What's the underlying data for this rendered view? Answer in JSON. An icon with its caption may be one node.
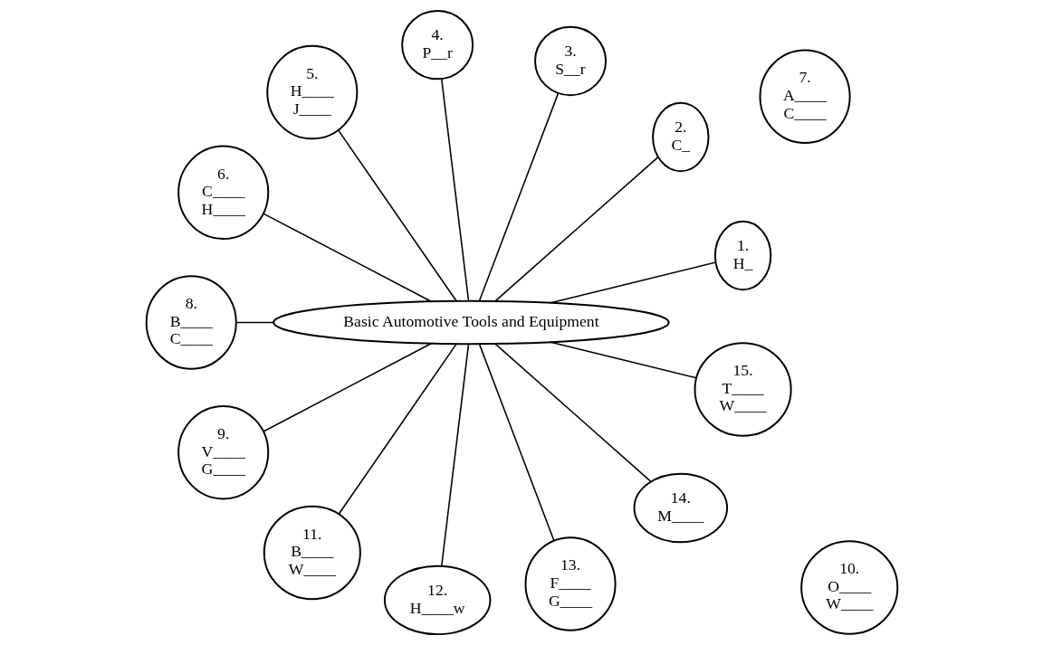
{
  "diagram": {
    "nodes": [
      {
        "text": [
          "Basic Automotive Tools and Equipment"
        ]
      },
      {
        "text": [
          "1.",
          "H_"
        ]
      },
      {
        "text": [
          "2.",
          "C_"
        ]
      },
      {
        "text": [
          "3.",
          "S__r"
        ]
      },
      {
        "text": [
          "4.",
          "P__r"
        ]
      },
      {
        "text": [
          "5.",
          "H____",
          "J____"
        ]
      },
      {
        "text": [
          "6.",
          "C____",
          "H____"
        ]
      },
      {
        "text": [
          "7.",
          "A____",
          "C____"
        ]
      },
      {
        "text": [
          "8.",
          "B____",
          "C____"
        ]
      },
      {
        "text": [
          "9.",
          "V____",
          "G____"
        ]
      },
      {
        "text": [
          "10.",
          "O____",
          "W____"
        ]
      },
      {
        "text": [
          "11.",
          "B____",
          "W____"
        ]
      },
      {
        "text": [
          "12.",
          "H____w"
        ]
      },
      {
        "text": [
          "13.",
          "F____",
          "G____"
        ]
      },
      {
        "text": [
          "14.",
          "M____"
        ]
      },
      {
        "text": [
          "15.",
          "T____",
          "W____"
        ]
      }
    ],
    "edges": [
      {
        "from": 1,
        "to": 0,
        "arrow": "none"
      },
      {
        "from": 2,
        "to": 0,
        "arrow": "none"
      },
      {
        "from": 3,
        "to": 0,
        "arrow": "none"
      },
      {
        "from": 4,
        "to": 0,
        "arrow": "none"
      },
      {
        "from": 5,
        "to": 0,
        "arrow": "none"
      },
      {
        "from": 6,
        "to": 0,
        "arrow": "none"
      },
      {
        "from": 8,
        "to": 0,
        "arrow": "none"
      },
      {
        "from": 9,
        "to": 0,
        "arrow": "none"
      },
      {
        "from": 11,
        "to": 0,
        "arrow": "none"
      },
      {
        "from": 13,
        "to": 0,
        "arrow": "none"
      },
      {
        "from": 12,
        "to": 0,
        "arrow": "none"
      },
      {
        "from": 14,
        "to": 0,
        "arrow": "none"
      },
      {
        "from": 15,
        "to": 0,
        "arrow": "none"
      }
    ]
  }
}
